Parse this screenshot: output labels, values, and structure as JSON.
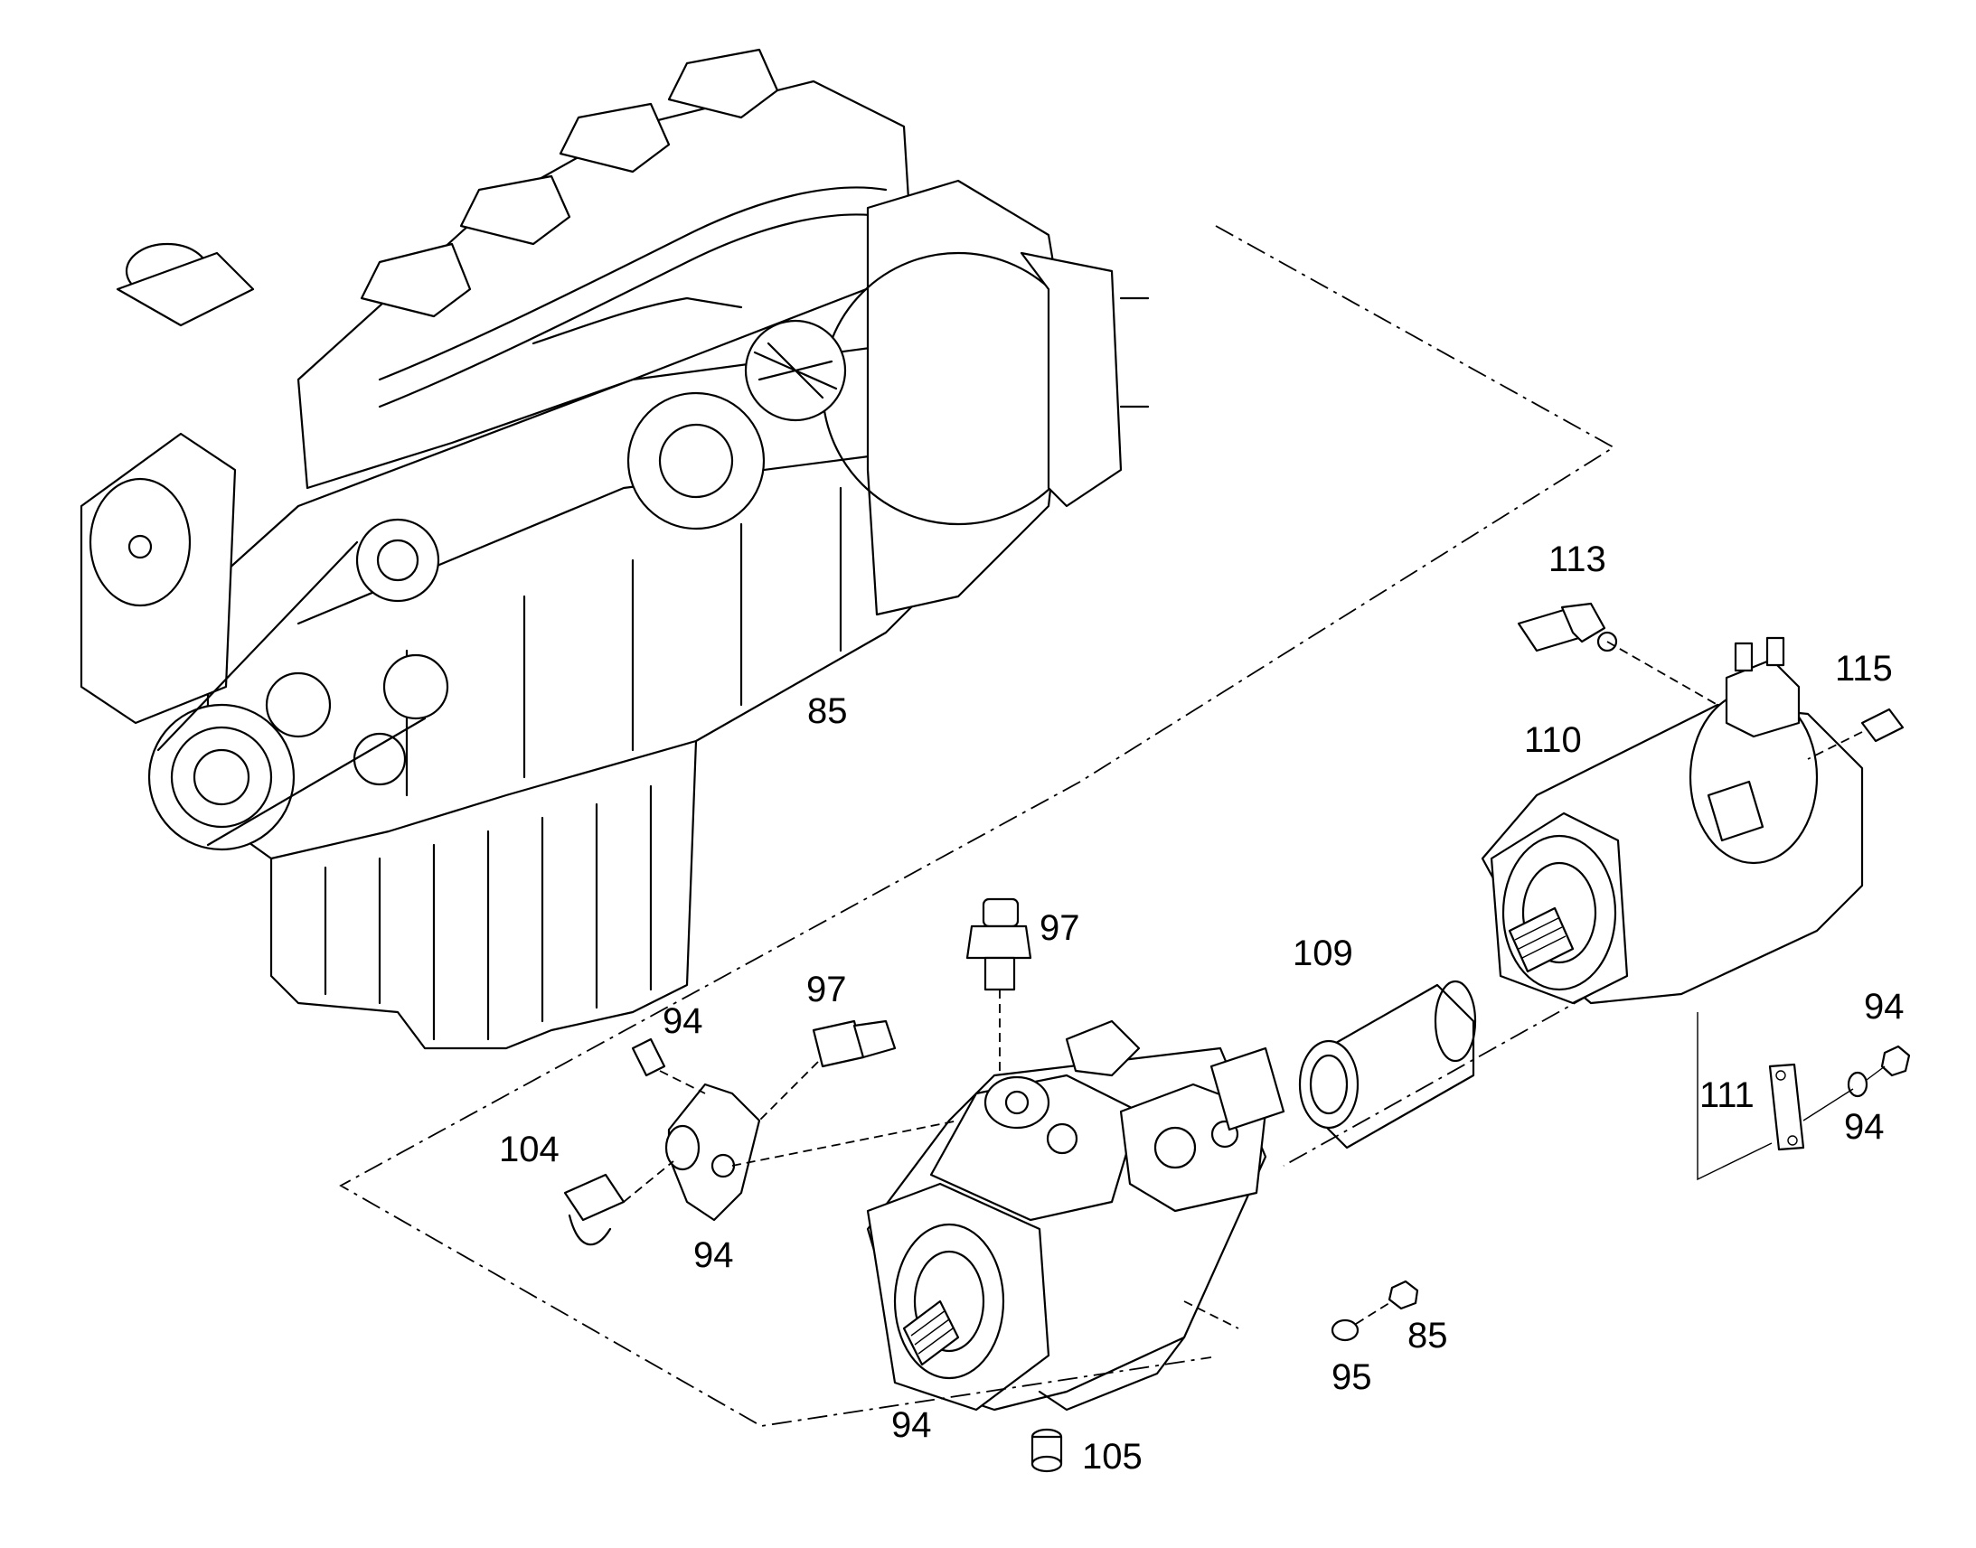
{
  "callouts": {
    "engine": "85",
    "nut_lower": "85",
    "shaft_fitting_top": "97",
    "elbow_fitting": "97",
    "bracket_screw": "94",
    "bracket_lower": "94",
    "pump_shaft": "94",
    "nut_right": "94",
    "washer_right": "94",
    "washer_lower": "95",
    "bracket": "104",
    "drain_plug": "105",
    "coupling": "109",
    "hydraulic_motor": "110",
    "strap": "111",
    "sensor_fitting": "113",
    "bleed_fitting": "115"
  }
}
